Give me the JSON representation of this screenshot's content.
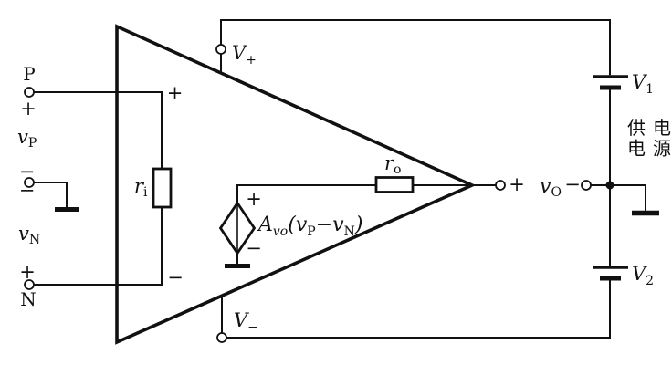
{
  "diagram": {
    "type": "circuit-schematic",
    "subject": "operational amplifier equivalent circuit with supply batteries",
    "ink_color": "#111111",
    "background_color": "#ffffff",
    "terminals": {
      "p": "P",
      "n": "N"
    },
    "signs": {
      "plus": "+",
      "minus": "−"
    },
    "sources": {
      "vp": {
        "main": "v",
        "sub": "P"
      },
      "vn": {
        "main": "v",
        "sub": "N"
      }
    },
    "resistors": {
      "ri": {
        "main": "r",
        "sub": "i"
      },
      "ro": {
        "main": "r",
        "sub": "o"
      }
    },
    "controlled_source": {
      "gain_main": "A",
      "gain_sub": "vo",
      "lparen": "(",
      "arg1_main": "v",
      "arg1_sub": "P",
      "minus": "−",
      "arg2_main": "v",
      "arg2_sub": "N",
      "rparen": ")"
    },
    "rails": {
      "vplus": {
        "main": "V",
        "sub": "+"
      },
      "vminus": {
        "main": "V",
        "sub": "−"
      }
    },
    "output": {
      "main": "v",
      "sub": "O"
    },
    "batteries": {
      "v1": {
        "main": "V",
        "sub": "1"
      },
      "v2": {
        "main": "V",
        "sub": "2"
      }
    },
    "supply_label": {
      "line1": "供电",
      "line2": "电源"
    }
  }
}
